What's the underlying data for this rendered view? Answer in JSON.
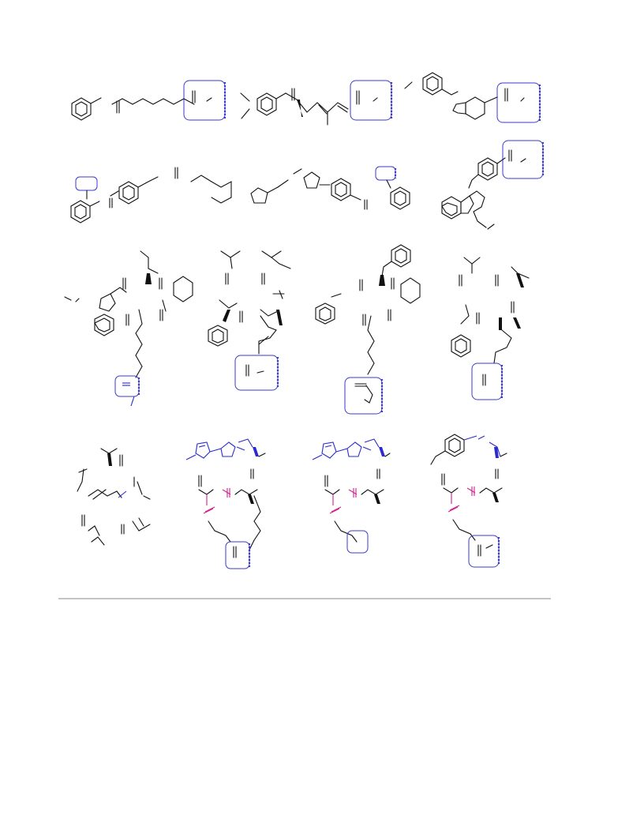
{
  "figure": {
    "panels": [
      {
        "id": "r1c1",
        "row": 1,
        "highlight": "carbonyl-tail"
      },
      {
        "id": "r1c2",
        "row": 1,
        "highlight": "carbonyl-tail"
      },
      {
        "id": "r1c3",
        "row": 1,
        "highlight": "carbonyl-tail"
      },
      {
        "id": "r2c1",
        "row": 2,
        "highlight": "ortho-group"
      },
      {
        "id": "r2c2",
        "row": 2,
        "highlight": "ortho-group"
      },
      {
        "id": "r2c3",
        "row": 2,
        "highlight": "carbonyl-tail"
      },
      {
        "id": "r3c1",
        "row": 3,
        "highlight": "side-chain-end"
      },
      {
        "id": "r3c2",
        "row": 3,
        "highlight": "side-chain-end"
      },
      {
        "id": "r3c3",
        "row": 3,
        "highlight": "side-chain-end"
      },
      {
        "id": "r3c4",
        "row": 3,
        "highlight": "side-chain-end"
      },
      {
        "id": "r4c1",
        "row": 4,
        "highlight": "none"
      },
      {
        "id": "r4c2",
        "row": 4,
        "highlight": "side-chain-end"
      },
      {
        "id": "r4c3",
        "row": 4,
        "highlight": "side-chain-end"
      },
      {
        "id": "r4c4",
        "row": 4,
        "highlight": "side-chain-end"
      }
    ],
    "colors": {
      "highlight": "#3a3ad0",
      "heteroatom": "#d0208a",
      "bond": "#111111",
      "rule": "#888888"
    }
  }
}
